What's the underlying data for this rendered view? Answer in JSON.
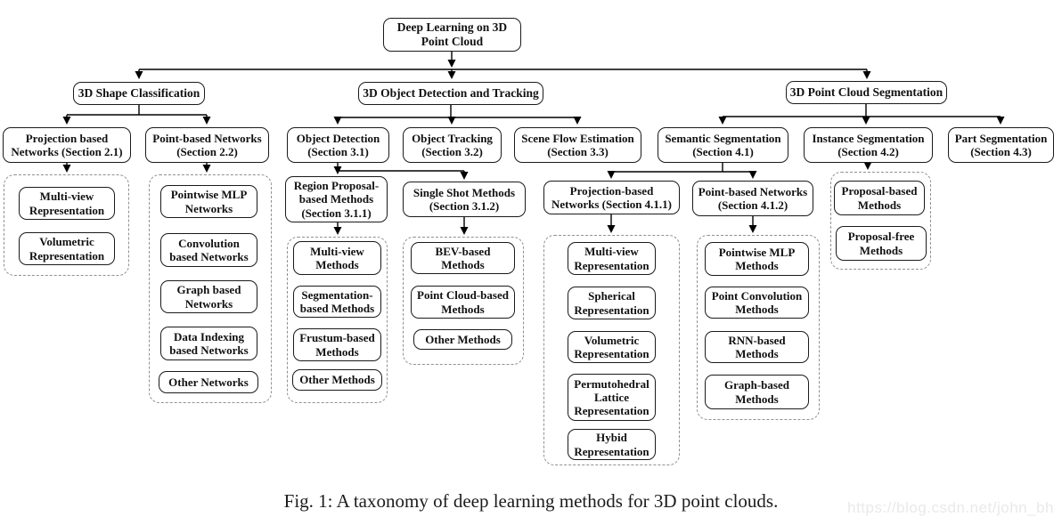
{
  "figure": {
    "caption": "Fig. 1: A taxonomy of deep learning methods for 3D point clouds.",
    "watermark": "https://blog.csdn.net/john_bh"
  },
  "taxonomy": {
    "label": "Deep Learning on 3D Point Cloud",
    "children": [
      {
        "label": "3D Shape Classification",
        "children": [
          {
            "label": "Projection based Networks (Section 2.1)",
            "children": [
              "Multi-view Representation",
              "Volumetric Representation"
            ]
          },
          {
            "label": "Point-based Networks (Section 2.2)",
            "children": [
              "Pointwise MLP Networks",
              "Convolution based Networks",
              "Graph based Networks",
              "Data Indexing based Networks",
              "Other Networks"
            ]
          }
        ]
      },
      {
        "label": "3D Object Detection and Tracking",
        "children": [
          {
            "label": "Object Detection (Section 3.1)",
            "children": [
              {
                "label": "Region Proposal-based Methods (Section 3.1.1)",
                "children": [
                  "Multi-view Methods",
                  "Segmentation-based Methods",
                  "Frustum-based Methods",
                  "Other Methods"
                ]
              },
              {
                "label": "Single Shot Methods (Section 3.1.2)",
                "children": [
                  "BEV-based Methods",
                  "Point Cloud-based Methods",
                  "Other Methods"
                ]
              }
            ]
          },
          {
            "label": "Object Tracking (Section 3.2)",
            "children": []
          },
          {
            "label": "Scene Flow Estimation (Section 3.3)",
            "children": []
          }
        ]
      },
      {
        "label": "3D Point Cloud Segmentation",
        "children": [
          {
            "label": "Semantic Segmentation (Section 4.1)",
            "children": [
              {
                "label": "Projection-based Networks (Section 4.1.1)",
                "children": [
                  "Multi-view Representation",
                  "Spherical Representation",
                  "Volumetric Representation",
                  "Permutohedral Lattice Representation",
                  "Hybid Representation"
                ]
              },
              {
                "label": "Point-based Networks (Section 4.1.2)",
                "children": [
                  "Pointwise MLP Methods",
                  "Point Convolution Methods",
                  "RNN-based Methods",
                  "Graph-based Methods"
                ]
              }
            ]
          },
          {
            "label": "Instance Segmentation (Section 4.2)",
            "children": [
              "Proposal-based Methods",
              "Proposal-free Methods"
            ]
          },
          {
            "label": "Part Segmentation (Section 4.3)",
            "children": []
          }
        ]
      }
    ]
  }
}
